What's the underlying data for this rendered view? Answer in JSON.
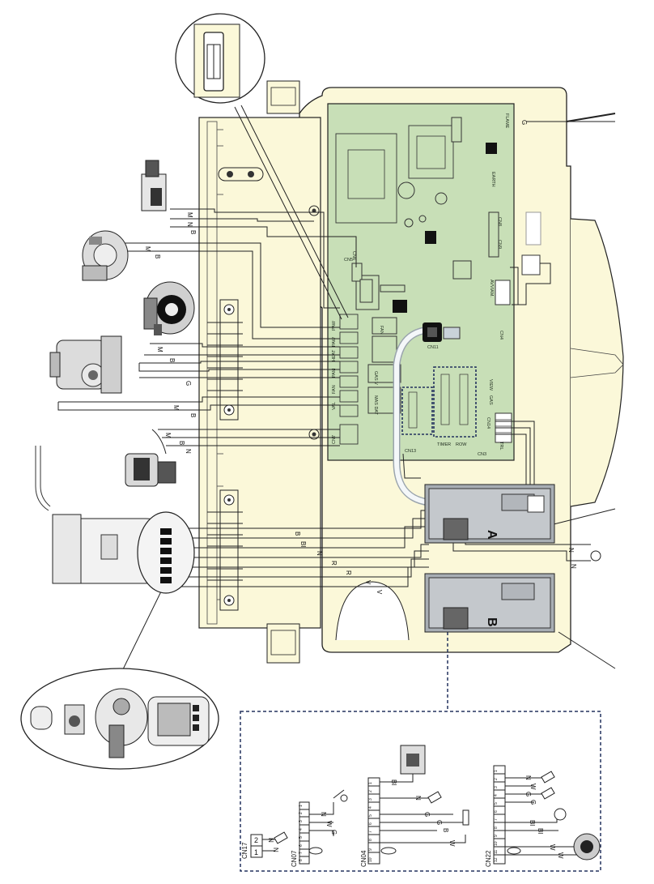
{
  "wire_labels": {
    "top_sensor": [
      "M",
      "N",
      "B"
    ],
    "pressure_switch": [
      "M",
      "B"
    ],
    "fan": [
      "M",
      "B",
      "G"
    ],
    "pump": [
      "M",
      "B"
    ],
    "valve": [
      "M",
      "B",
      "N"
    ],
    "terminal_right": [
      "B",
      "Bl",
      "N",
      "R",
      "R",
      "V",
      "V"
    ],
    "flame_probe": "G",
    "power_board": [
      "N",
      "N"
    ]
  },
  "board": {
    "top_right_labels": [
      "FLAME",
      "EARTH",
      "CN8",
      "CN9",
      "AVVIAM.",
      "CN11",
      "CN4",
      "VIEW",
      "GAS",
      "CN14",
      "TRL"
    ],
    "left_labels": [
      "PAW",
      "PAW",
      "HEAT",
      "PAM",
      "FAN",
      "VAL",
      "CN5",
      "CN6",
      "CN7"
    ],
    "relay_labels": [
      "FAN",
      "GAS V",
      "MAS DAT"
    ],
    "bottom_labels": [
      "CN13",
      "TIMER",
      "ROW",
      "CN3"
    ]
  },
  "modules": {
    "a_label": "A",
    "b_label": "B"
  },
  "inset_connectors": {
    "cn17": {
      "name": "CN17",
      "pins": [
        "2",
        "1"
      ],
      "wires": [
        "N",
        "N"
      ]
    },
    "cn07": {
      "name": "CN07",
      "pins": [
        "8",
        "7",
        "6",
        "5",
        "4",
        "3",
        "2",
        "1"
      ],
      "wires": [
        "N",
        "W",
        "G"
      ]
    },
    "cn04": {
      "name": "CN04",
      "pins": [
        "10",
        "9",
        "8",
        "7",
        "6",
        "5",
        "4",
        "3",
        "2",
        "1"
      ],
      "wires": [
        "Bl",
        "N",
        "G",
        "G",
        "B",
        "W"
      ]
    },
    "cn22": {
      "name": "CN22",
      "pins": [
        "12",
        "11",
        "10",
        "9",
        "8",
        "7",
        "6",
        "5",
        "4",
        "3",
        "2",
        "1"
      ],
      "wires": [
        "N",
        "W",
        "G",
        "G",
        "Bl",
        "Bl",
        "W",
        "W"
      ]
    }
  }
}
